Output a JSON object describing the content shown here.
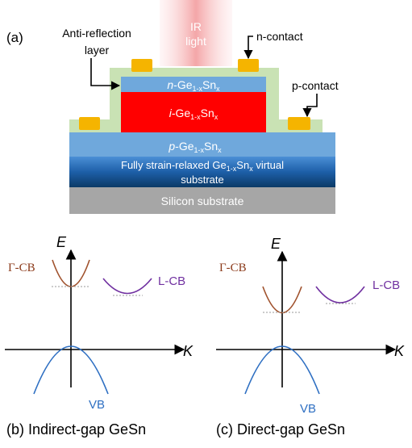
{
  "device": {
    "panel_label": "(a)",
    "ir_light": [
      "IR",
      "light"
    ],
    "anti_reflection": [
      "Anti-reflection",
      "layer"
    ],
    "n_contact": "n-contact",
    "p_contact": "p-contact",
    "n_layer": {
      "prefix": "n",
      "base": "-Ge",
      "sub1": "1-x",
      "mid": "Sn",
      "sub2": "x"
    },
    "i_layer": {
      "prefix": "i",
      "base": "-Ge",
      "sub1": "1-x",
      "mid": "Sn",
      "sub2": "x"
    },
    "p_layer": {
      "prefix": "p",
      "base": "-Ge",
      "sub1": "1-x",
      "mid": "Sn",
      "sub2": "x"
    },
    "virtual_substrate": {
      "line1_a": "Fully strain-relaxed Ge",
      "sub1": "1-x",
      "line1_b": "Sn",
      "sub2": "x",
      "line1_c": " virtual",
      "line2": "substrate"
    },
    "silicon_substrate": "Silicon  substrate",
    "colors": {
      "ir_light": "#f4a6a8",
      "anti_reflection": "#c9e2b4",
      "contact": "#f5b400",
      "n_layer": "#6fa8dc",
      "i_layer": "#ff0000",
      "p_layer": "#6fa8dc",
      "virtual_substrate_top": "#2f75c7",
      "virtual_substrate_bottom": "#0b3f6b",
      "silicon": "#a6a6a6"
    }
  },
  "band_indirect": {
    "e_label": "E",
    "k_label": "K",
    "gamma_cb": "Γ-CB",
    "l_cb": "L-CB",
    "vb": "VB",
    "caption": "(b) Indirect-gap GeSn"
  },
  "band_direct": {
    "e_label": "E",
    "k_label": "K",
    "gamma_cb": "Γ-CB",
    "l_cb": "L-CB",
    "vb": "VB",
    "caption": "(c) Direct-gap GeSn"
  },
  "band_colors": {
    "gamma_cb": "#a0522d",
    "l_cb": "#7030a0",
    "vb": "#2e6fc2",
    "gamma_label": "#8b3a1a",
    "l_label": "#7030a0",
    "vb_label": "#2e6fc2"
  }
}
